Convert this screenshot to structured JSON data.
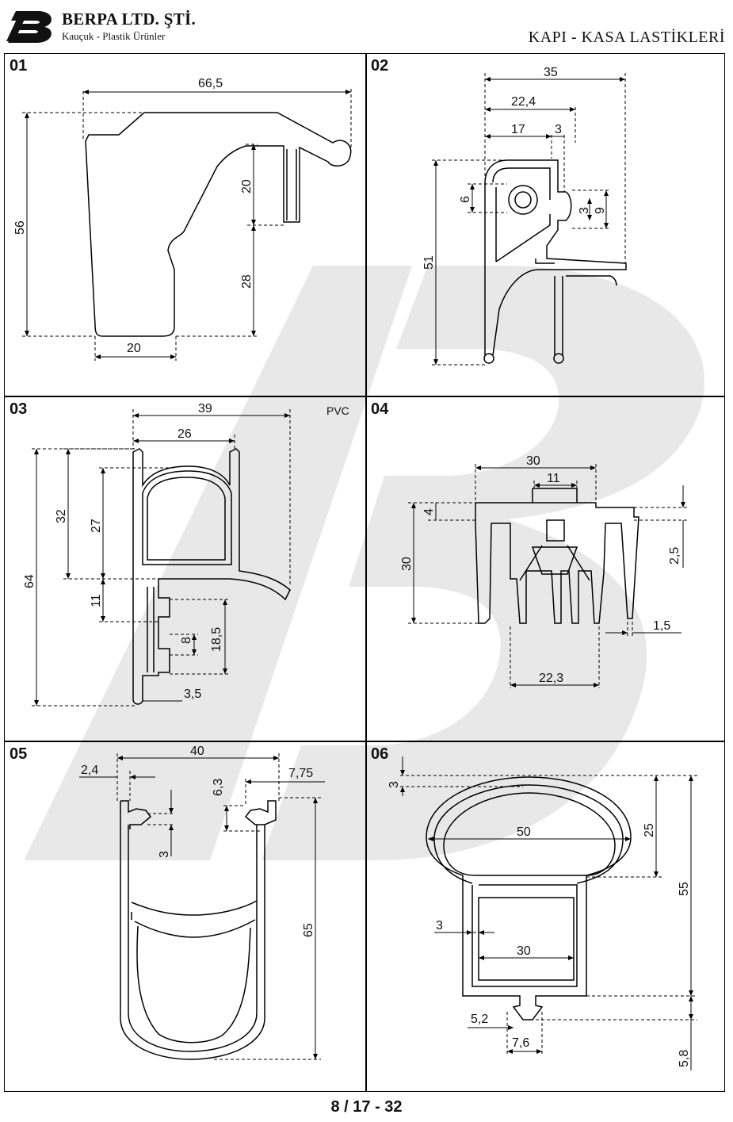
{
  "company": {
    "name": "BERPA LTD. ŞTİ.",
    "tagline": "Kauçuk - Plastik Ürünler",
    "logo_icon": "berpa-logo-icon"
  },
  "document": {
    "title": "KAPI - KASA LASTİKLERİ",
    "page_ref": "8 / 17 - 32"
  },
  "colors": {
    "line": "#000000",
    "watermark": "#e6e6e6"
  },
  "panels": [
    {
      "number": "01",
      "dims": {
        "width_top": "66,5",
        "height": "56",
        "inner_upper": "20",
        "inner_lower": "28",
        "base": "20"
      }
    },
    {
      "number": "02",
      "dims": {
        "w1": "35",
        "w2": "22,4",
        "w3": "17",
        "w4": "3",
        "h_small": "6",
        "h_mid": "3",
        "h_nine": "9",
        "height": "51"
      }
    },
    {
      "number": "03",
      "material": "PVC",
      "dims": {
        "w1": "39",
        "w2": "26",
        "h1": "64",
        "h2": "32",
        "h3": "27",
        "h4": "11",
        "h5": "8",
        "h6": "18,5",
        "w3": "3,5"
      }
    },
    {
      "number": "04",
      "dims": {
        "w1": "30",
        "w2": "11",
        "h1": "4",
        "h2": "30",
        "h3": "2,5",
        "w3": "1,5",
        "w4": "22,3"
      }
    },
    {
      "number": "05",
      "dims": {
        "w1": "40",
        "w2": "2,4",
        "w3": "6,3",
        "w4": "7,75",
        "h1": "3",
        "height": "65"
      }
    },
    {
      "number": "06",
      "dims": {
        "h1": "3",
        "h2": "25",
        "height": "55",
        "w1": "50",
        "t1": "3",
        "w2": "30",
        "w3": "5,2",
        "w4": "7,6",
        "h3": "5,8"
      }
    }
  ]
}
